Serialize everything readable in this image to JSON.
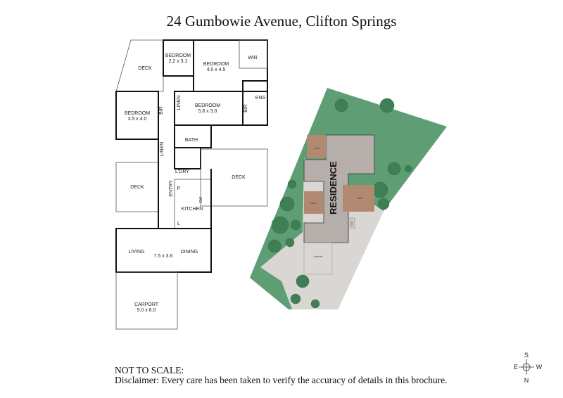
{
  "title": "24 Gumbowie Avenue, Clifton Springs",
  "floor_plan": {
    "rooms": [
      {
        "name": "DECK",
        "dims": ""
      },
      {
        "name": "BEDROOM",
        "dims": "2.2 x 3.1"
      },
      {
        "name": "BEDROOM",
        "dims": "4.0 x 4.5"
      },
      {
        "name": "WIR",
        "dims": ""
      },
      {
        "name": "ENS",
        "dims": ""
      },
      {
        "name": "BEDROOM",
        "dims": "5.8 x 3.0"
      },
      {
        "name": "BEDROOM",
        "dims": "3.5 x 4.0"
      },
      {
        "name": "BATH",
        "dims": ""
      },
      {
        "name": "L'DRY",
        "dims": ""
      },
      {
        "name": "DECK",
        "dims": ""
      },
      {
        "name": "DECK",
        "dims": ""
      },
      {
        "name": "KITCHEN",
        "dims": ""
      },
      {
        "name": "LIVING",
        "dims": ""
      },
      {
        "name": "DINING",
        "dims": ""
      },
      {
        "name": "CARPORT",
        "dims": "5.0 x 6.0"
      }
    ],
    "small_labels": {
      "bir": "BIR",
      "linen": "LINEN",
      "entry": "ENTRY",
      "pantry": "P",
      "linen_short": "L",
      "dishwasher": "DW",
      "living_dims": "7.5 x 3.6"
    }
  },
  "site_plan": {
    "residence": "RESIDENCE",
    "labels": [
      "DECK",
      "DECK",
      "DECK",
      "SHED",
      "CARPORT"
    ],
    "colors": {
      "lawn": "#5f9e74",
      "trees": "#3f7f55",
      "residence": "#b5aeab",
      "deck": "#b08970",
      "paving": "#d9d6d3"
    }
  },
  "compass": {
    "top": "S",
    "left": "E",
    "right": "W",
    "bottom": "N"
  },
  "footer": {
    "scale_note": "NOT TO SCALE:",
    "disclaimer": "Disclaimer: Every care has been taken to verify the accuracy of details in this brochure."
  }
}
